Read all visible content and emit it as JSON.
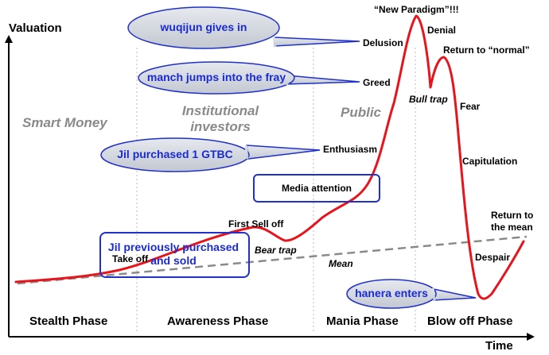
{
  "axes": {
    "y_label": "Valuation",
    "x_label": "Time"
  },
  "phase_titles": {
    "smart_money": "Smart Money",
    "institutional": "Institutional investors",
    "public": "Public"
  },
  "phase_labels": {
    "stealth": "Stealth Phase",
    "awareness": "Awareness Phase",
    "mania": "Mania Phase",
    "blowoff": "Blow off Phase"
  },
  "curve_labels": {
    "new_paradigm": "“New Paradigm”!!!",
    "delusion": "Delusion",
    "denial": "Denial",
    "return_to_normal": "Return to “normal”",
    "greed": "Greed",
    "bull_trap": "Bull trap",
    "fear": "Fear",
    "enthusiasm": "Enthusiasm",
    "capitulation": "Capitulation",
    "media_attention": "Media attention",
    "first_sell_off": "First Sell off",
    "bear_trap": "Bear trap",
    "take_off": "Take off",
    "mean": "Mean",
    "despair": "Despair",
    "return_to_mean": "Return to the mean"
  },
  "annotations": {
    "wuqijun": "wuqijun gives in",
    "manch": "manch jumps into the fray",
    "jil_gtbc": "Jil purchased 1 GTBC",
    "jil_previous": "Jil previously purchased and sold",
    "hanera": "hanera enters"
  },
  "colors": {
    "curve": "#e8141b",
    "mean_line": "#8a8a8a",
    "bubble_fill": "#cfd4dc",
    "bubble_border": "#2030c8",
    "bubble_text": "#1a2bd6",
    "phase_title": "#8a8a8a"
  }
}
